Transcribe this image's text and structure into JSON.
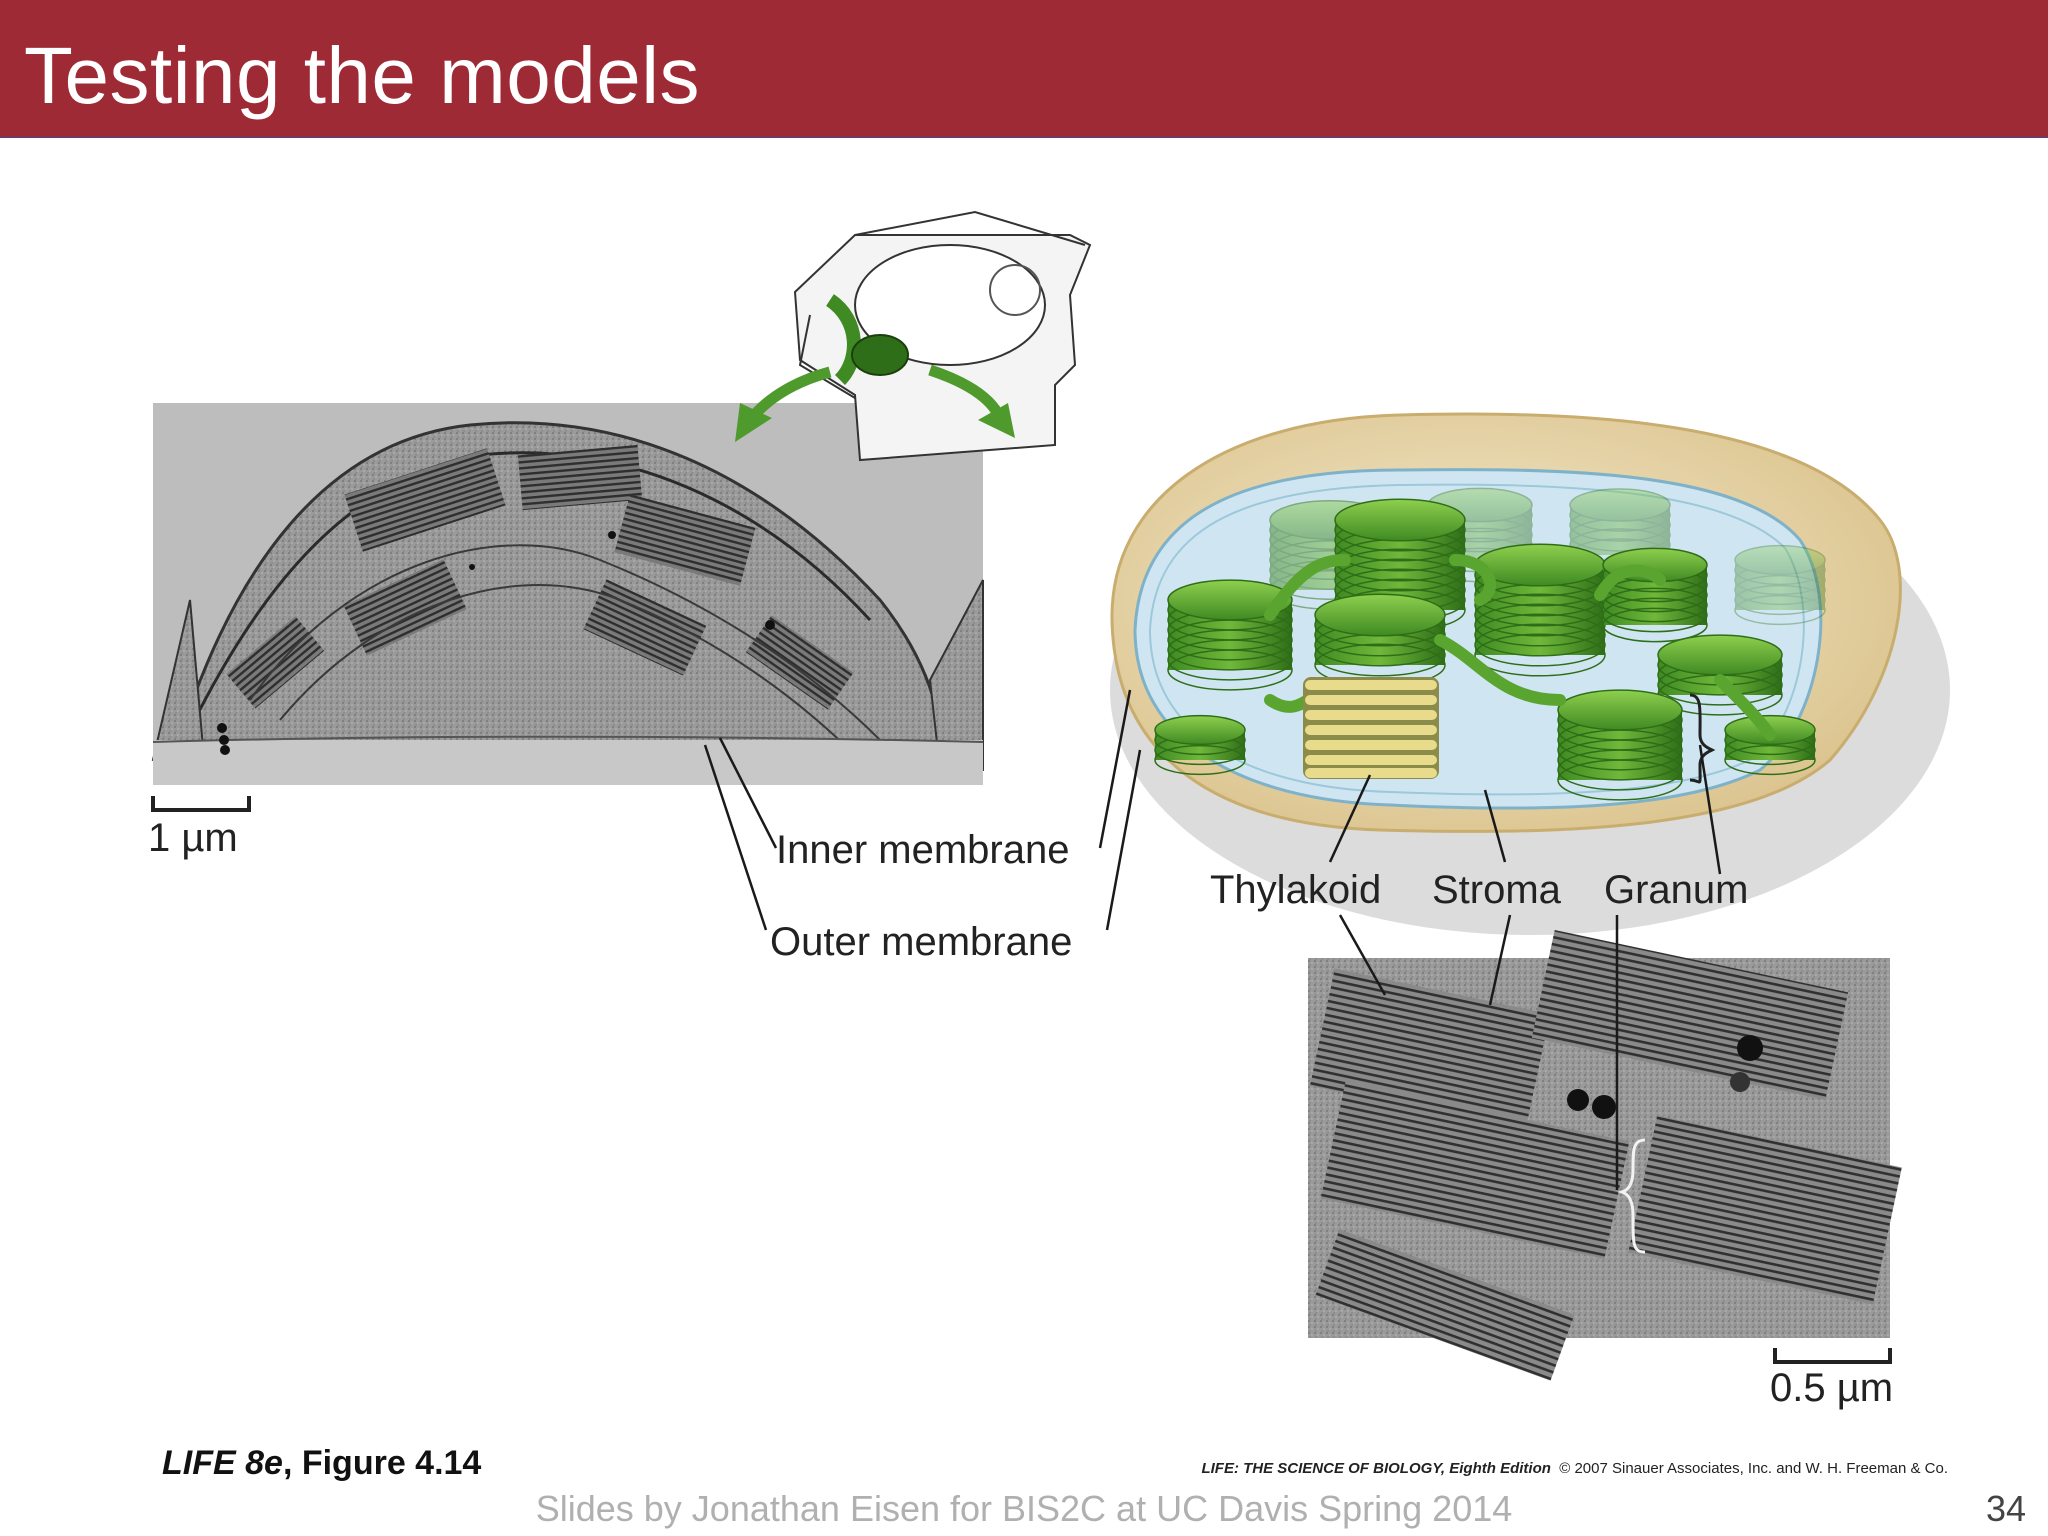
{
  "slide": {
    "title": "Testing the models"
  },
  "labels": {
    "scale_left": "1 µm",
    "inner_membrane": "Inner membrane",
    "outer_membrane": "Outer membrane",
    "thylakoid": "Thylakoid",
    "stroma": "Stroma",
    "granum": "Granum",
    "scale_right": "0.5 µm"
  },
  "figure": {
    "ref_book": "LIFE 8e",
    "ref_fig": ", Figure 4.14",
    "credit_book": "LIFE: THE SCIENCE OF BIOLOGY, Eighth Edition",
    "credit_rest": "© 2007 Sinauer Associates, Inc. and W. H. Freeman & Co."
  },
  "footer": {
    "text": "Slides by Jonathan Eisen for BIS2C at UC Davis Spring 2014",
    "page": "34"
  },
  "colors": {
    "header": "#9e2a35",
    "grana_green": "#4f9a2c",
    "stroma_blue": "#cfe6f2",
    "envelope_tan": "#e8d6a6"
  }
}
